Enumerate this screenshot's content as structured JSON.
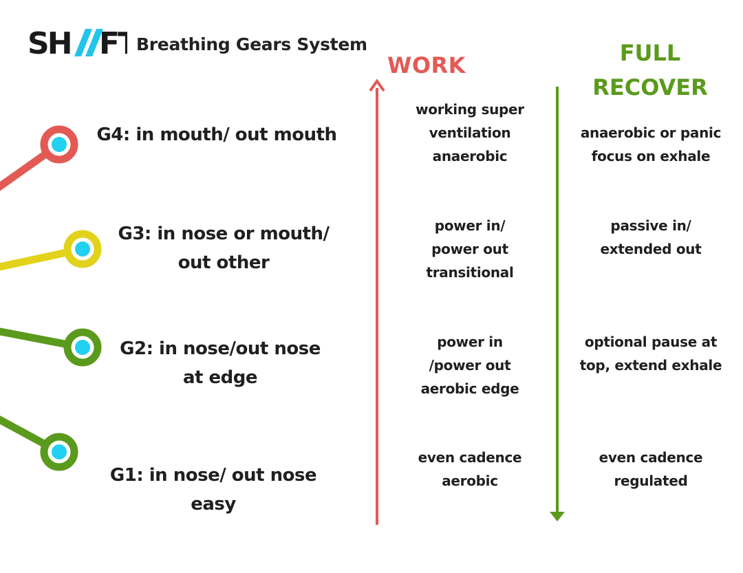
{
  "brand": {
    "logo_text": "SH//FT",
    "title": "Breathing Gears System"
  },
  "columns": {
    "work": "WORK",
    "recover_lines": [
      "FULL",
      "RECOVER"
    ]
  },
  "gears": [
    {
      "id": "g4",
      "label_lines": [
        "G4: in mouth/ out mouth"
      ],
      "work_lines": [
        "working super",
        "ventilation",
        "anaerobic"
      ],
      "recover_lines": [
        "anaerobic or panic",
        "focus on exhale"
      ],
      "color": "#e35a55"
    },
    {
      "id": "g3",
      "label_lines": [
        "G3: in nose or mouth/",
        "out other"
      ],
      "work_lines": [
        "power in/",
        "power out",
        "transitional"
      ],
      "recover_lines": [
        "passive in/",
        "extended out"
      ],
      "color": "#e2d21c"
    },
    {
      "id": "g2",
      "label_lines": [
        "G2: in nose/out nose",
        "at edge"
      ],
      "work_lines": [
        "power in",
        "/power out",
        "aerobic edge"
      ],
      "recover_lines": [
        "optional pause at",
        "top, extend exhale"
      ],
      "color": "#5a9a1c"
    },
    {
      "id": "g1",
      "label_lines": [
        "G1: in nose/ out nose",
        "easy"
      ],
      "work_lines": [
        "even cadence",
        "aerobic"
      ],
      "recover_lines": [
        "even cadence",
        "regulated"
      ],
      "color": "#5a9a1c"
    }
  ],
  "colors": {
    "work_arrow": "#e35a55",
    "recover_arrow": "#5a9a1c",
    "node_center": "#22d0f0"
  }
}
